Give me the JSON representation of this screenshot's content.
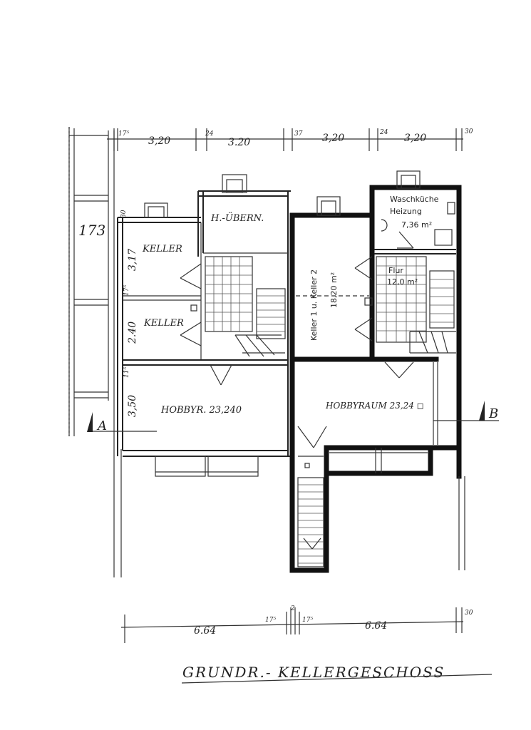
{
  "dimensions_top": [
    "17⁵",
    "3,20",
    "24",
    "3.20",
    "37",
    "3,20",
    "24",
    "3,20",
    "30"
  ],
  "dimensions_bottom": [
    "6.64",
    "17⁵",
    "2",
    "17⁵",
    "6.64",
    "30"
  ],
  "left_dimensions": [
    "30",
    "3,17",
    "17⁵",
    "2.40",
    "11⁵",
    "3,50"
  ],
  "rooms": {
    "keller_top": "KELLER",
    "keller_bottom": "KELLER",
    "h_uebern": "H.-ÜBERN.",
    "hobby_left": "HOBBYR. 23,240",
    "keller_1_2_label": "Keller 1 u. Keller 2",
    "keller_1_2_area": "18,20 m²",
    "waschkueche_1": "Waschküche",
    "waschkueche_2": "Heizung",
    "waschkueche_area": "7,36 m²",
    "flur": "Flur",
    "flur_area": "12,0 m²",
    "hobby_right": "HOBBYRAUM 23,24 ◻"
  },
  "section_marks": {
    "a": "A",
    "b": "B"
  },
  "left_note": "173",
  "title": "GRUNDR.- KELLERGESCHOSS"
}
